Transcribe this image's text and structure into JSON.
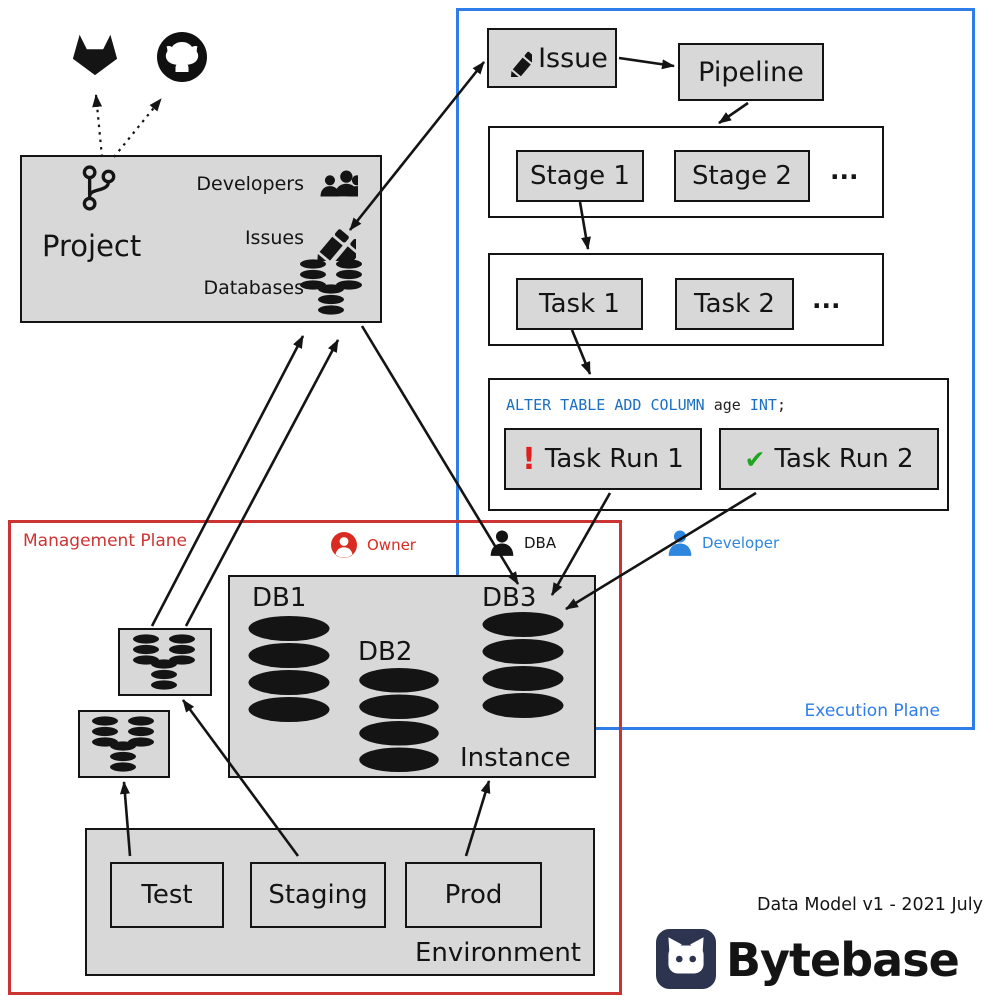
{
  "planes": {
    "execution": {
      "label": "Execution Plane"
    },
    "management": {
      "label": "Management Plane"
    }
  },
  "project": {
    "label": "Project",
    "rows": [
      {
        "label": "Developers"
      },
      {
        "label": "Issues"
      },
      {
        "label": "Databases"
      }
    ]
  },
  "pipeline": {
    "issue_label": "Issue",
    "pipeline_label": "Pipeline",
    "stages": [
      "Stage 1",
      "Stage 2",
      "..."
    ],
    "tasks": [
      "Task 1",
      "Task 2",
      "..."
    ],
    "sql": {
      "kw1": "ALTER TABLE ADD COLUMN ",
      "ident": "age ",
      "kw2": "INT",
      "punct": ";"
    },
    "task_runs": [
      {
        "label": "Task Run 1",
        "badge": "!"
      },
      {
        "label": "Task Run 2",
        "badge": "✔"
      }
    ]
  },
  "roles": [
    {
      "label": "Owner"
    },
    {
      "label": "DBA"
    },
    {
      "label": "Developer"
    }
  ],
  "instance": {
    "label": "Instance",
    "databases": [
      "DB1",
      "DB2",
      "DB3"
    ]
  },
  "environment": {
    "label": "Environment",
    "tiers": [
      "Test",
      "Staging",
      "Prod"
    ]
  },
  "footer": {
    "note": "Data Model v1 - 2021 July",
    "brand": "Bytebase"
  },
  "colors": {
    "execution_border": "#2e7de9",
    "management_border": "#cc3333",
    "owner": "#d92b22",
    "developer": "#2e86de",
    "error": "#e01f1f",
    "success": "#1fa51f",
    "sql_kw": "#1a6fc4",
    "box_fill": "#d8d8d8"
  }
}
